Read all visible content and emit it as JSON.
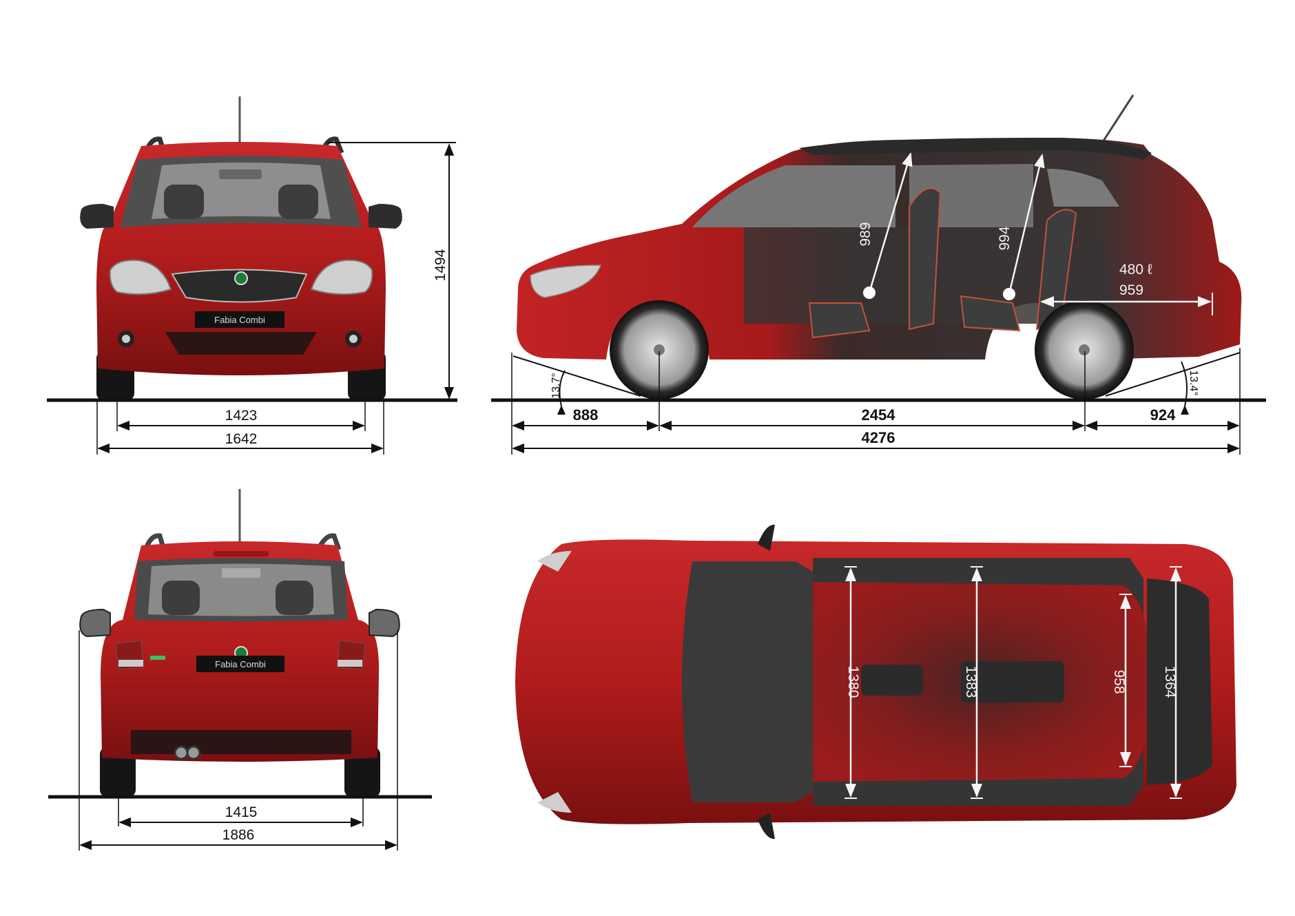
{
  "diagram": {
    "subject": "Fabia Combi vehicle dimensions",
    "units": "mm",
    "colors": {
      "body_red": "#b01c1c",
      "body_red_dark": "#7e1212",
      "glass": "#5a5a5a",
      "interior": "#3a3a3a",
      "dim_line": "#111111",
      "interior_dim_line": "#f5f5f5"
    }
  },
  "front_view": {
    "label": "front-view",
    "plate_text": "Fabia Combi",
    "height": "1494",
    "front_track": "1423",
    "width_body": "1642"
  },
  "side_view": {
    "label": "side-view",
    "front_overhang": "888",
    "wheelbase": "2454",
    "rear_overhang": "924",
    "overall_length": "4276",
    "approach_angle": "13.7°",
    "departure_angle": "13.4°",
    "front_headroom": "989",
    "rear_headroom": "994",
    "boot_volume": "480 ℓ",
    "boot_length": "959"
  },
  "rear_view": {
    "label": "rear-view",
    "plate_text": "Fabia Combi",
    "rear_track": "1415",
    "width_with_mirrors": "1886"
  },
  "top_view": {
    "label": "top-view",
    "front_elbow_width": "1380",
    "rear_elbow_width": "1383",
    "boot_width_between_arches": "958",
    "boot_width": "1364"
  }
}
